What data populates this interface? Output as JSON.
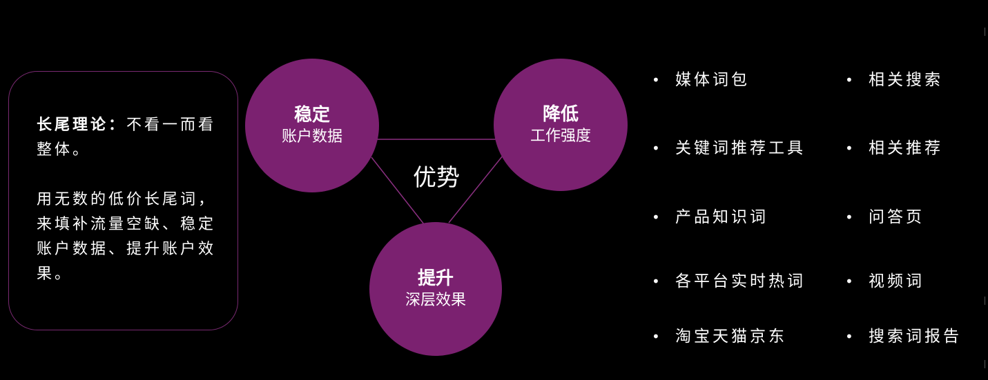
{
  "theory_heading": "长尾理论：",
  "theory_rest": "不看一而看整体。",
  "theory_detail": "用无数的低价长尾词，来填补流量空缺、稳定账户数据、提升账户效果。",
  "center_label": "优势",
  "circles": [
    {
      "title": "稳定",
      "subtitle": "账户数据"
    },
    {
      "title": "降低",
      "subtitle": "工作强度"
    },
    {
      "title": "提升",
      "subtitle": "深层效果"
    }
  ],
  "bullet_symbol": "•",
  "list_left": [
    "媒体词包",
    "关键词推荐工具",
    "产品知识词",
    "各平台实时热词",
    "淘宝天猫京东"
  ],
  "list_right": [
    "相关搜索",
    "相关推荐",
    "问答页",
    "视频词",
    "搜索词报告"
  ],
  "colors": {
    "circle_fill": "#7b2170",
    "box_border": "#7a2a72",
    "connector": "#8a2f80",
    "background": "#000000",
    "text": "#ffffff"
  }
}
